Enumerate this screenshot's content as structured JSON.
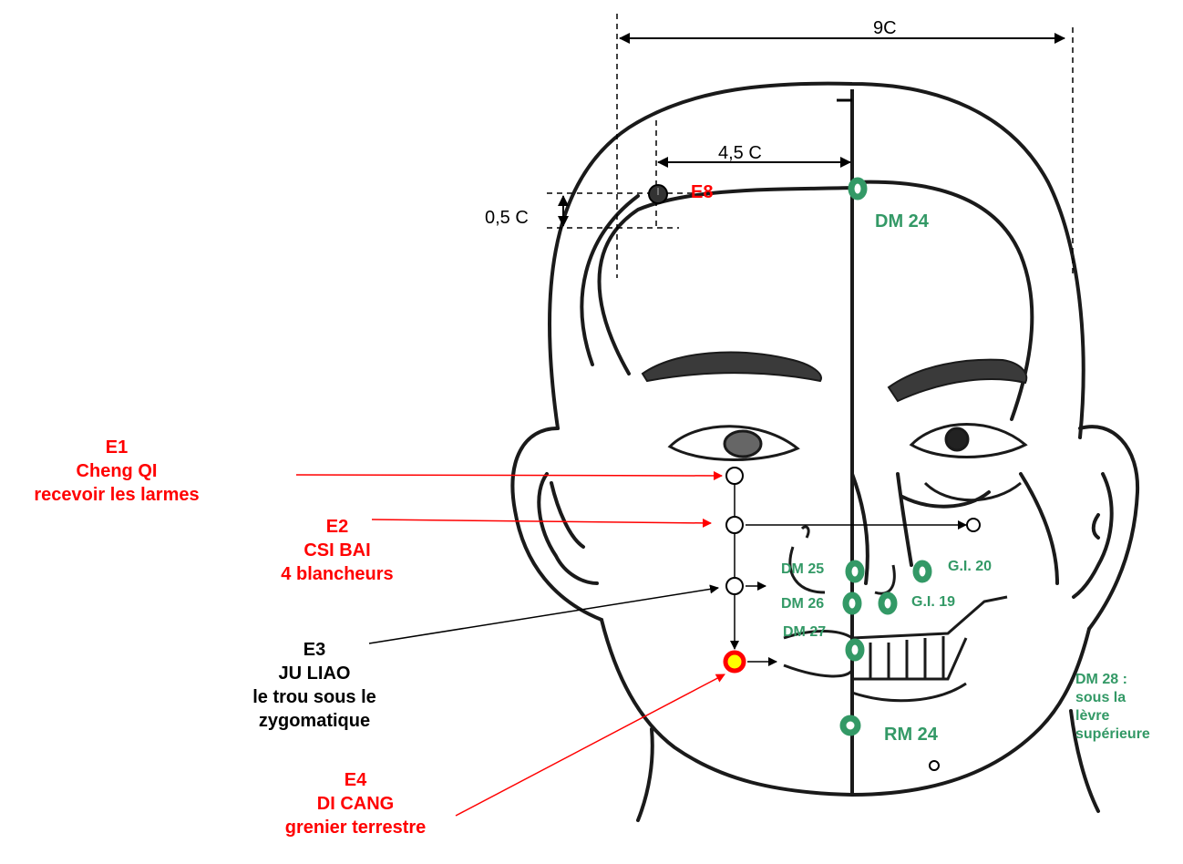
{
  "measurements": {
    "width_total": "9C",
    "width_half": "4,5 C",
    "height_offset": "0,5 C"
  },
  "points": {
    "e8": "E8",
    "dm24": "DM 24",
    "dm25": "DM 25",
    "dm26": "DM 26",
    "dm27": "DM 27",
    "gi20": "G.I. 20",
    "gi19": "G.I. 19",
    "rm24": "RM 24"
  },
  "dm28_note": {
    "line1": "DM 28 :",
    "line2": "sous la",
    "line3": "lèvre",
    "line4": "supérieure"
  },
  "callouts": {
    "e1": {
      "code": "E1",
      "name": "Cheng QI",
      "meaning": "recevoir les larmes"
    },
    "e2": {
      "code": "E2",
      "name": "CSI BAI",
      "meaning": "4 blancheurs"
    },
    "e3": {
      "code": "E3",
      "name": "JU LIAO",
      "meaning1": "le trou sous le",
      "meaning2": "zygomatique"
    },
    "e4": {
      "code": "E4",
      "name": "DI CANG",
      "meaning": "grenier terrestre"
    }
  },
  "colors": {
    "stomach_meridian": "#ff0000",
    "vessel_points": "#339966",
    "outline": "#1a1a1a"
  }
}
